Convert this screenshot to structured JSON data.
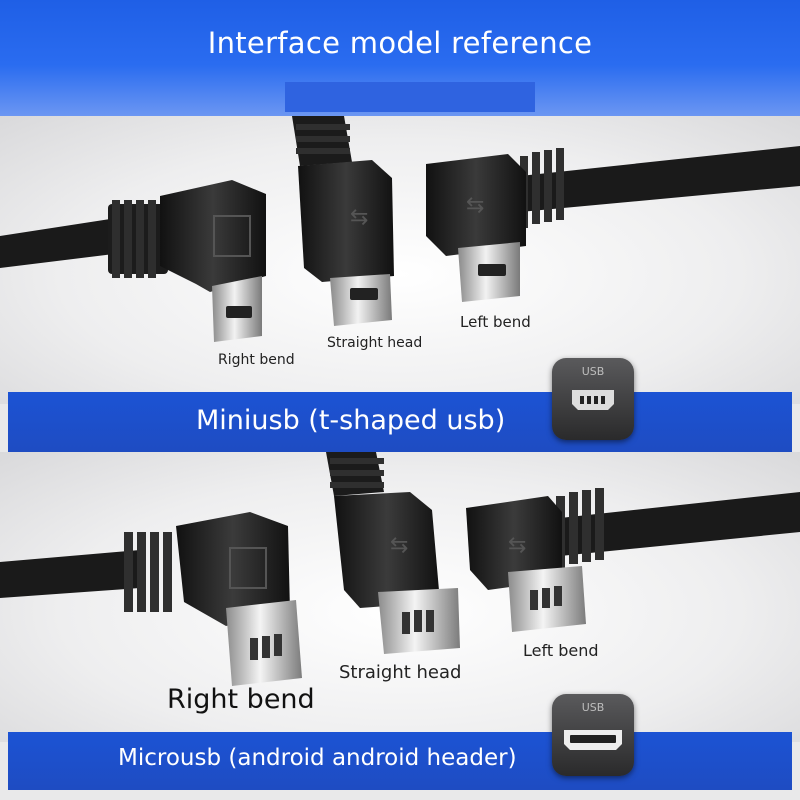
{
  "header": {
    "title": "Interface model reference"
  },
  "mini": {
    "labels": {
      "right": "Right bend",
      "straight": "Straight head",
      "left": "Left bend"
    },
    "banner": "Miniusb (t-shaped usb)",
    "icon_label": "USB"
  },
  "micro": {
    "labels": {
      "right": "Right bend",
      "straight": "Straight head",
      "left": "Left bend"
    },
    "banner": "Microusb (android android header)",
    "icon_label": "USB"
  },
  "colors": {
    "header_blue": "#2a6cf0",
    "banner_blue": "#1c53d4",
    "cable_black": "#1a1a1a"
  },
  "icons": [
    "usb-trident-icon",
    "mini-usb-port-icon",
    "micro-usb-port-icon"
  ]
}
